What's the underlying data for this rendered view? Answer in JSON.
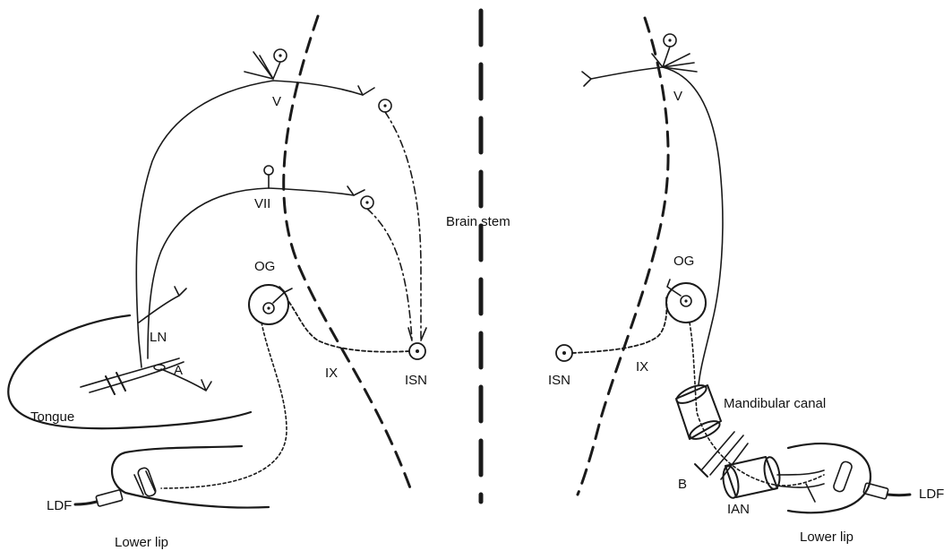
{
  "labels": {
    "v_left": "V",
    "vii": "VII",
    "og_left": "OG",
    "ln": "LN",
    "a": "A",
    "tongue": "Tongue",
    "ix_left": "IX",
    "isn_left": "ISN",
    "ldf_left": "LDF",
    "lower_lip_left": "Lower lip",
    "brain_stem": "Brain stem",
    "v_right": "V",
    "og_right": "OG",
    "isn_right": "ISN",
    "ix_right": "IX",
    "mandibular_canal": "Mandibular canal",
    "b": "B",
    "ian": "IAN",
    "ldf_right": "LDF",
    "lower_lip_right": "Lower lip"
  },
  "colors": {
    "ink": "#1a1a1a",
    "background": "#ffffff"
  }
}
